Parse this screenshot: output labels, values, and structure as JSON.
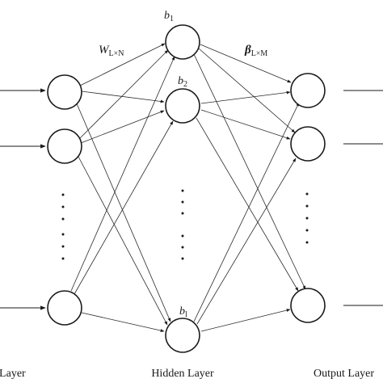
{
  "labels": {
    "input_layer": "Input Layer",
    "hidden_layer": "Hidden Layer",
    "output_layer": "Output Layer"
  },
  "weights": {
    "input_hidden": {
      "symbol": "W",
      "subscript": "L×N",
      "color": "#7b2d2d"
    },
    "hidden_output": {
      "symbol": "β",
      "subscript": "L×M",
      "color": "#1a1a1a"
    }
  },
  "bias": {
    "b1": {
      "symbol": "b",
      "subscript": "1"
    },
    "b2": {
      "symbol": "b",
      "subscript": "2"
    },
    "bl": {
      "symbol": "b",
      "subscript": "l"
    }
  }
}
